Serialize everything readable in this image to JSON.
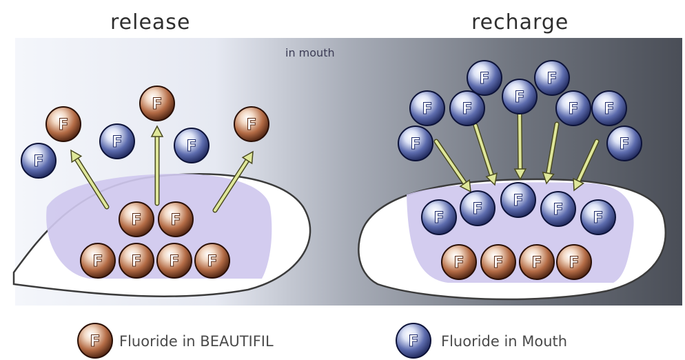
{
  "titles": {
    "release": "release",
    "recharge": "recharge"
  },
  "panel_label": "in mouth",
  "ion_symbol": "F",
  "legend": {
    "beautifil": "Fluoride in BEAUTIFIL",
    "mouth": "Fluoride in Mouth"
  },
  "colors": {
    "fluoride_beautifil": "#8a4a2a",
    "fluoride_mouth": "#2a3a7a",
    "material": "#cfc8ee",
    "arrow": "#d8e08a"
  }
}
